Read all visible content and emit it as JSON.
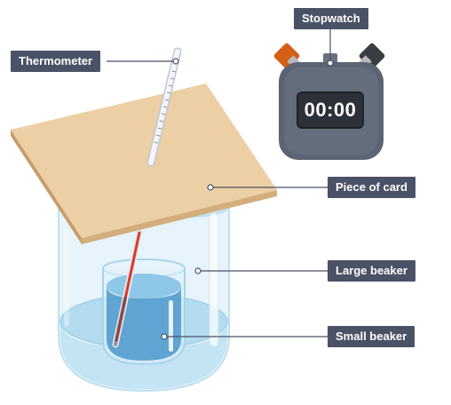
{
  "labels": {
    "thermometer": "Thermometer",
    "stopwatch": "Stopwatch",
    "card": "Piece of card",
    "large_beaker": "Large beaker",
    "small_beaker": "Small beaker"
  },
  "stopwatch": {
    "display": "00:00"
  },
  "colors": {
    "label_background": "#4a5266",
    "card": "#edcfa5",
    "stopwatch_body": "#5b6472",
    "stopwatch_left_button": "#d45f16",
    "stopwatch_right_button": "#3a3d43",
    "water": "#6fb0da",
    "thermometer_liquid": "#d63a2e"
  }
}
